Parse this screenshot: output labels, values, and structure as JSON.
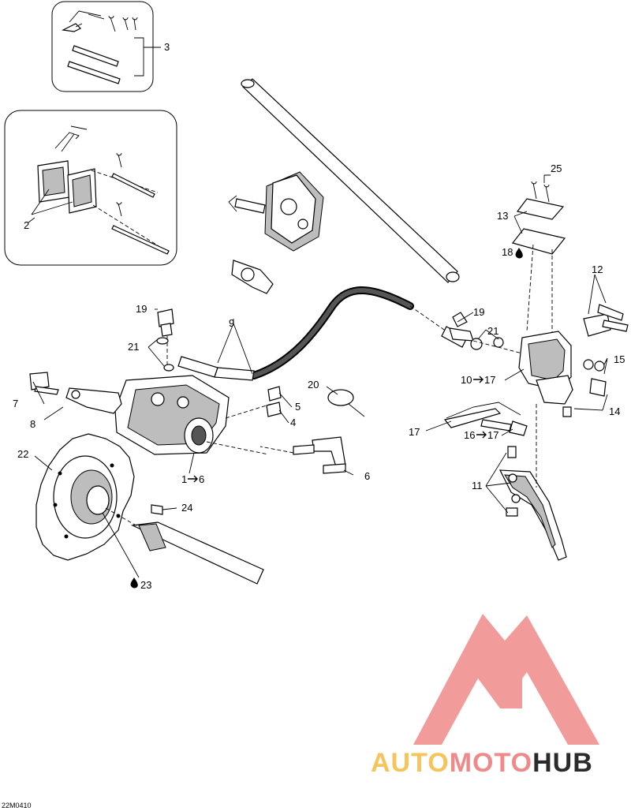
{
  "diagram": {
    "reference_code": "22M0410",
    "callouts": {
      "c3": "3",
      "c2": "2",
      "c25": "25",
      "c13": "13",
      "c18": "18",
      "c12": "12",
      "c19a": "19",
      "c9": "9",
      "c19b": "19",
      "c21a": "21",
      "c21b": "21",
      "c15": "15",
      "c10": "10",
      "c17a": "17",
      "c7": "7",
      "c20": "20",
      "c5": "5",
      "c4": "4",
      "c14": "14",
      "c8": "8",
      "c17b": "17",
      "c16": "16",
      "c17c": "17",
      "c22": "22",
      "c1": "1",
      "c6a": "6",
      "c6b": "6",
      "c11": "11",
      "c24": "24",
      "c23": "23"
    }
  },
  "watermark": {
    "auto": "AUTO",
    "moto": "MOTO",
    "hub": "HUB",
    "colors": {
      "logo": "#f08a8a",
      "auto": "#f5c45a",
      "moto": "#f08a8a",
      "hub": "#2b2b2b"
    }
  },
  "icons": [
    "drop-icon",
    "arrow-right-icon"
  ]
}
